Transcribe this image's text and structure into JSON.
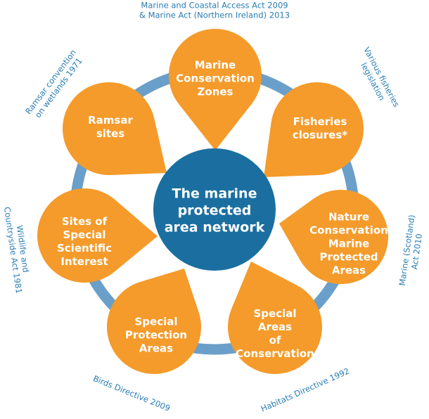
{
  "colors": {
    "petal": "#f49b2b",
    "ring": "#6a9fc9",
    "center": "#1b6fa0",
    "legislation_text": "#2a7db4",
    "label_text": "#ffffff"
  },
  "center": {
    "lines": [
      "The marine",
      "protected",
      "area network"
    ]
  },
  "petals": [
    {
      "id": "mcz",
      "lines": [
        "Marine",
        "Conservation",
        "Zones"
      ]
    },
    {
      "id": "fish",
      "lines": [
        "Fisheries",
        "closures*"
      ]
    },
    {
      "id": "ncmpa",
      "lines": [
        "Nature",
        "Conservation",
        "Marine",
        "Protected",
        "Areas"
      ]
    },
    {
      "id": "sac",
      "lines": [
        "Special",
        "Areas",
        "of",
        "Conservation"
      ]
    },
    {
      "id": "spa",
      "lines": [
        "Special",
        "Protection",
        "Areas"
      ]
    },
    {
      "id": "sssi",
      "lines": [
        "Sites of",
        "Special",
        "Scientific",
        "Interest"
      ]
    },
    {
      "id": "ramsar",
      "lines": [
        "Ramsar",
        "sites"
      ]
    }
  ],
  "legislation": [
    {
      "id": "leg-marine-coastal",
      "lines": [
        "Marine and Coastal Access Act 2009",
        "& Marine Act (Northern Ireland) 2013"
      ]
    },
    {
      "id": "leg-fisheries",
      "lines": [
        "Various fisheries",
        "legislation"
      ]
    },
    {
      "id": "leg-scotland",
      "lines": [
        "Marine (Scotland)",
        "Act 2010"
      ]
    },
    {
      "id": "leg-habitats",
      "lines": [
        "Habitats  Directive 1992"
      ]
    },
    {
      "id": "leg-birds",
      "lines": [
        "Birds Directive 2009"
      ]
    },
    {
      "id": "leg-wildlife",
      "lines": [
        "Wildlife and",
        "Countryside Act 1981"
      ]
    },
    {
      "id": "leg-ramsar",
      "lines": [
        "Ramsar convention",
        "on wetlands 1971"
      ]
    }
  ]
}
